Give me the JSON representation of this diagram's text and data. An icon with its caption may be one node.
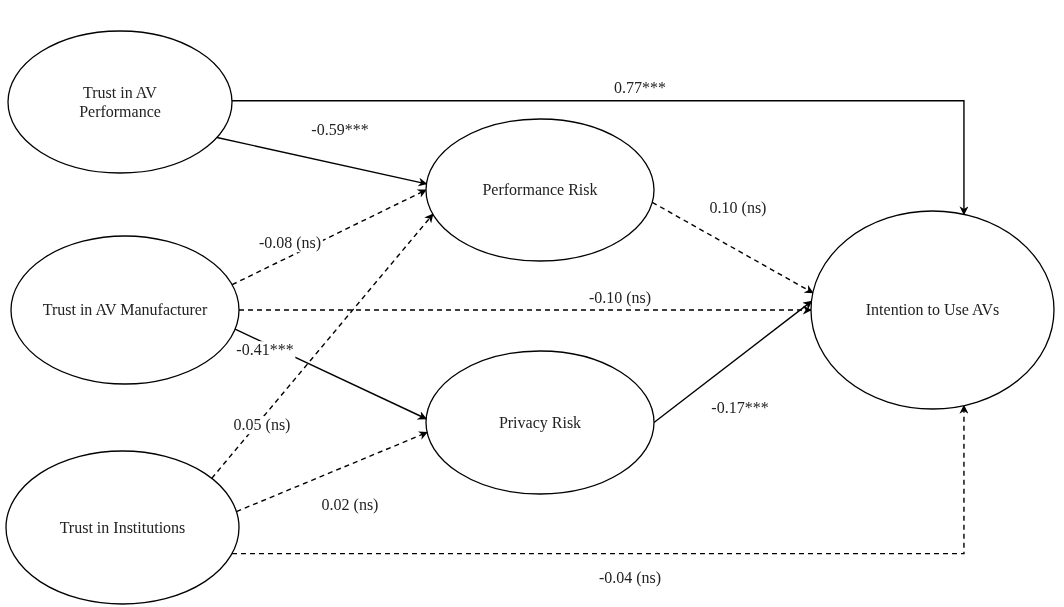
{
  "diagram": {
    "nodes": [
      {
        "text": [
          "Trust in AV Performance"
        ]
      },
      {
        "text": [
          "Trust in AV Manufacturer"
        ]
      },
      {
        "text": [
          "Trust in Institutions"
        ]
      },
      {
        "text": [
          "Performance Risk"
        ]
      },
      {
        "text": [
          "Privacy Risk"
        ]
      },
      {
        "text": [
          "Intention to Use AVs"
        ]
      }
    ],
    "edges": [
      {
        "from": 0,
        "to": 5,
        "arrow": "to",
        "label": "0.77***"
      },
      {
        "from": 0,
        "to": 3,
        "arrow": "to",
        "label": "-0.59***"
      },
      {
        "from": 1,
        "to": 3,
        "arrow": "to",
        "label": "-0.08 (ns)",
        "style": "dashed"
      },
      {
        "from": 1,
        "to": 5,
        "arrow": "to",
        "label": "-0.10 (ns)",
        "style": "dashed"
      },
      {
        "from": 1,
        "to": 4,
        "arrow": "to",
        "label": "-0.41***"
      },
      {
        "from": 2,
        "to": 3,
        "arrow": "to",
        "label": "0.05 (ns)",
        "style": "dashed"
      },
      {
        "from": 2,
        "to": 4,
        "arrow": "to",
        "label": "0.02 (ns)",
        "style": "dashed"
      },
      {
        "from": 2,
        "to": 5,
        "arrow": "to",
        "label": "-0.04 (ns)",
        "style": "dashed"
      },
      {
        "from": 3,
        "to": 5,
        "arrow": "to",
        "label": "0.10 (ns)",
        "style": "dashed"
      },
      {
        "from": 4,
        "to": 5,
        "arrow": "to",
        "label": "-0.17***"
      }
    ]
  }
}
